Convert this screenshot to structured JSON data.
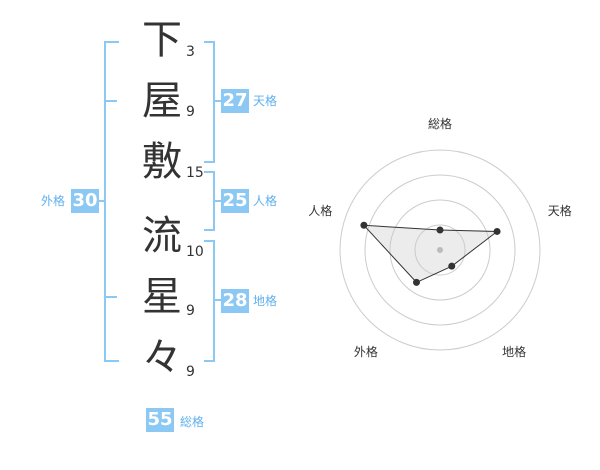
{
  "name": {
    "chars": [
      {
        "char": "下",
        "strokes": "3"
      },
      {
        "char": "屋",
        "strokes": "9"
      },
      {
        "char": "敷",
        "strokes": "15"
      },
      {
        "char": "流",
        "strokes": "10"
      },
      {
        "char": "星",
        "strokes": "9"
      },
      {
        "char": "々",
        "strokes": "9"
      }
    ]
  },
  "scores": {
    "tenkaku": {
      "value": "27",
      "label": "天格"
    },
    "jinkaku": {
      "value": "25",
      "label": "人格"
    },
    "chikaku": {
      "value": "28",
      "label": "地格"
    },
    "gaikaku": {
      "value": "30",
      "label": "外格"
    },
    "soukaku": {
      "value": "55",
      "label": "総格"
    }
  },
  "colors": {
    "accent": "#8cc8f4",
    "label": "#5fb0ee"
  },
  "chart_data": {
    "type": "radar",
    "axes": [
      "総格",
      "天格",
      "地格",
      "外格",
      "人格"
    ],
    "values": [
      1,
      3,
      1,
      2,
      4
    ],
    "max": 5,
    "rings": 4
  }
}
